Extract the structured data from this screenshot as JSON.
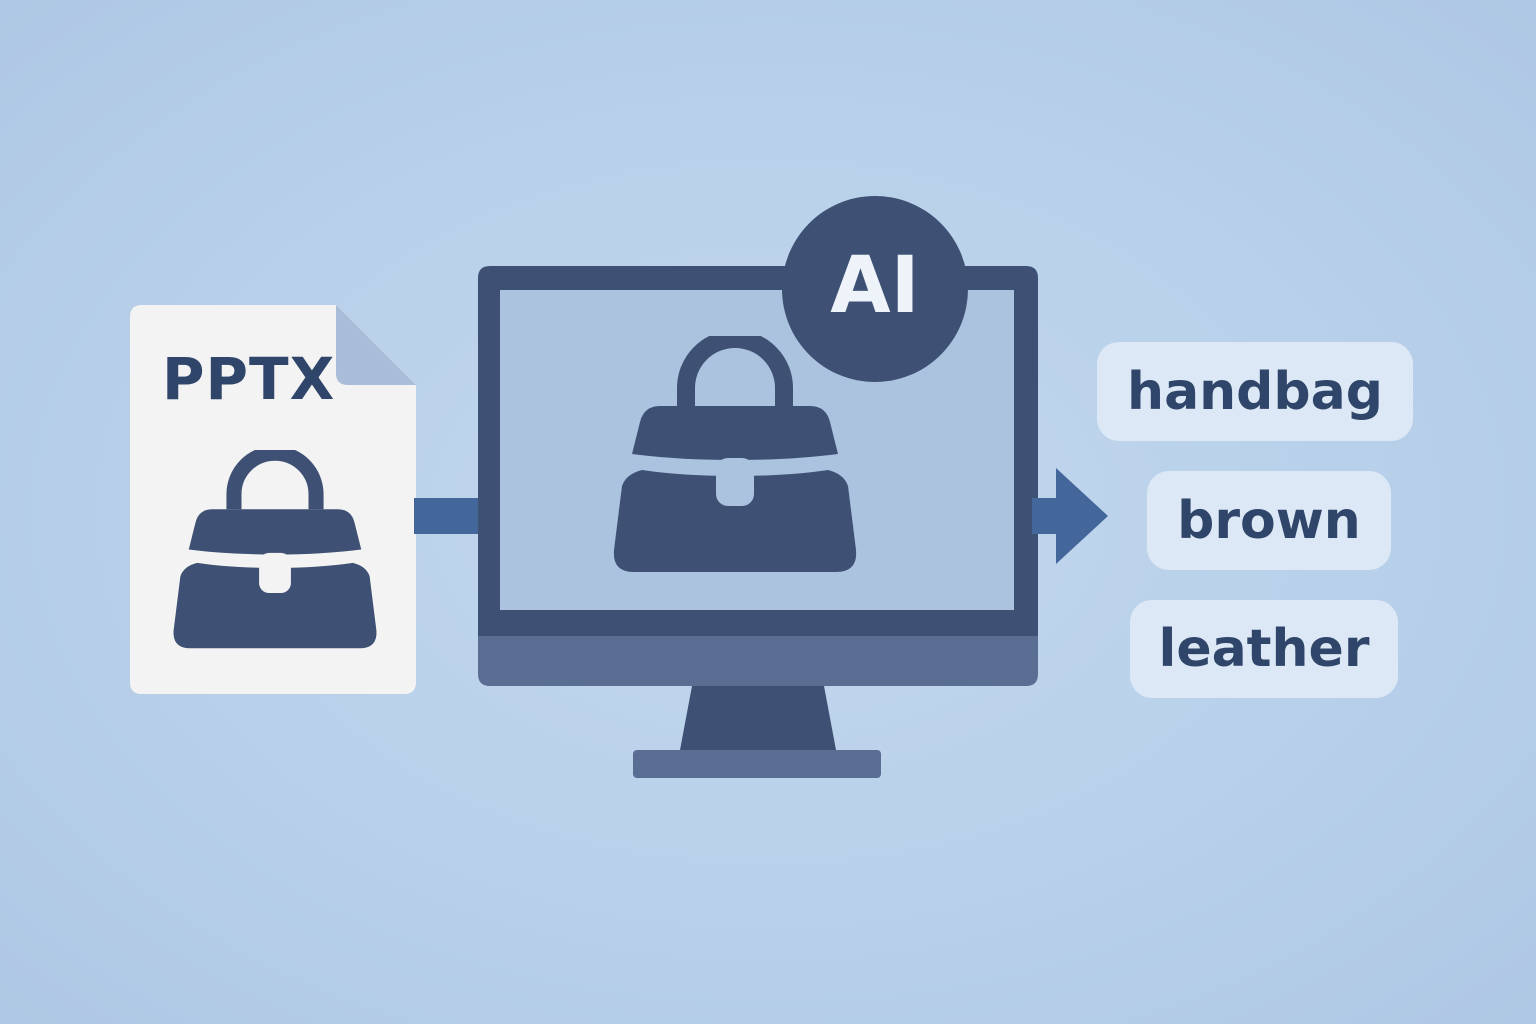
{
  "colors": {
    "background": "#bcd3eb",
    "primary_dark": "#3e5174",
    "screen_fill": "#abc3de",
    "monitor_chin": "#5a6e93",
    "arrow": "#43679a",
    "document_fill": "#f3f3f3",
    "document_fold": "#a9bcd8",
    "tag_fill": "#dce8f5",
    "text_dark": "#2f4569"
  },
  "icons": {
    "document": "document-icon",
    "bag": "handbag-icon",
    "monitor": "monitor-icon",
    "arrow": "arrow-right-icon"
  },
  "document": {
    "label": "PPTX"
  },
  "ai_badge": {
    "label": "AI"
  },
  "tags": [
    "handbag",
    "brown",
    "leather"
  ]
}
